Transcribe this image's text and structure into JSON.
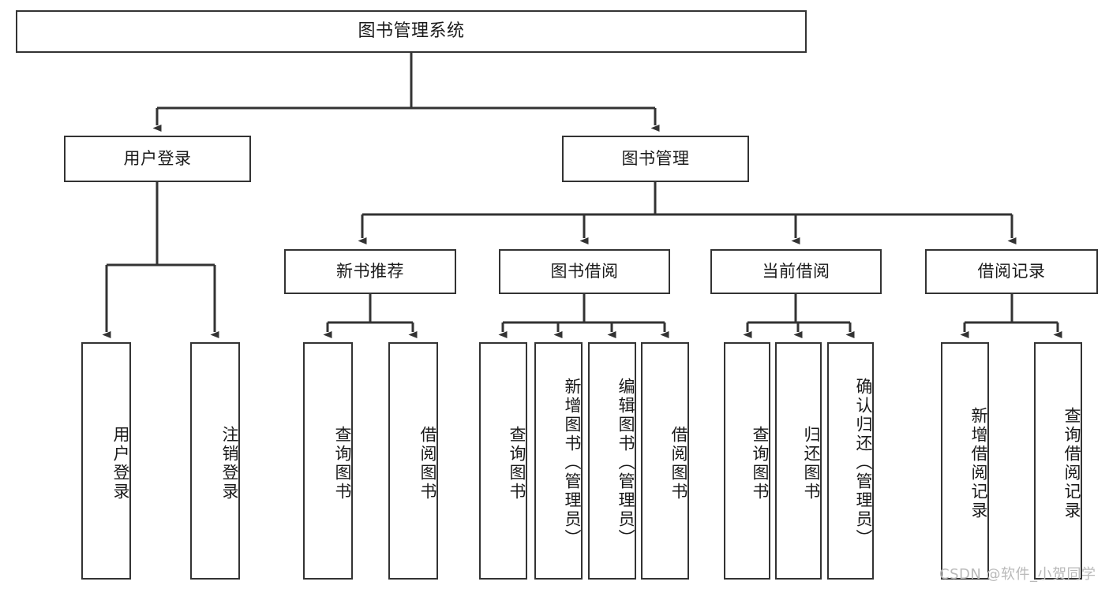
{
  "diagram": {
    "type": "tree-hierarchy",
    "title": "图书管理系统",
    "orientation": "top-down",
    "colors": {
      "stroke": "#333333",
      "fill": "#ffffff",
      "text": "#1a1a1a",
      "watermark": "#b9b9b9"
    },
    "root": {
      "label": "图书管理系统"
    },
    "level2": [
      {
        "id": "user-login",
        "label": "用户登录"
      },
      {
        "id": "book-manage",
        "label": "图书管理"
      }
    ],
    "level3": [
      {
        "id": "new-book-recommend",
        "label": "新书推荐",
        "parent": "book-manage"
      },
      {
        "id": "book-borrow",
        "label": "图书借阅",
        "parent": "book-manage"
      },
      {
        "id": "current-borrow",
        "label": "当前借阅",
        "parent": "book-manage"
      },
      {
        "id": "borrow-record",
        "label": "借阅记录",
        "parent": "book-manage"
      }
    ],
    "leaves": {
      "user-login": [
        {
          "id": "leaf-user-login",
          "label": "用户登录"
        },
        {
          "id": "leaf-user-logout",
          "label": "注销登录"
        }
      ],
      "new-book-recommend": [
        {
          "id": "leaf-query-book-1",
          "label": "查询图书"
        },
        {
          "id": "leaf-borrow-book-1",
          "label": "借阅图书"
        }
      ],
      "book-borrow": [
        {
          "id": "leaf-query-book-2",
          "label": "查询图书"
        },
        {
          "id": "leaf-add-book",
          "label": "新增图书（管理员）"
        },
        {
          "id": "leaf-edit-book",
          "label": "编辑图书（管理员）"
        },
        {
          "id": "leaf-borrow-book-2",
          "label": "借阅图书"
        }
      ],
      "current-borrow": [
        {
          "id": "leaf-query-book-3",
          "label": "查询图书"
        },
        {
          "id": "leaf-return-book",
          "label": "归还图书"
        },
        {
          "id": "leaf-confirm-return",
          "label": "确认归还（管理员）"
        }
      ],
      "borrow-record": [
        {
          "id": "leaf-add-record",
          "label": "新增借阅记录"
        },
        {
          "id": "leaf-query-record",
          "label": "查询借阅记录"
        }
      ]
    }
  },
  "watermark": {
    "text": "CSDN @软件_小贺同学"
  }
}
